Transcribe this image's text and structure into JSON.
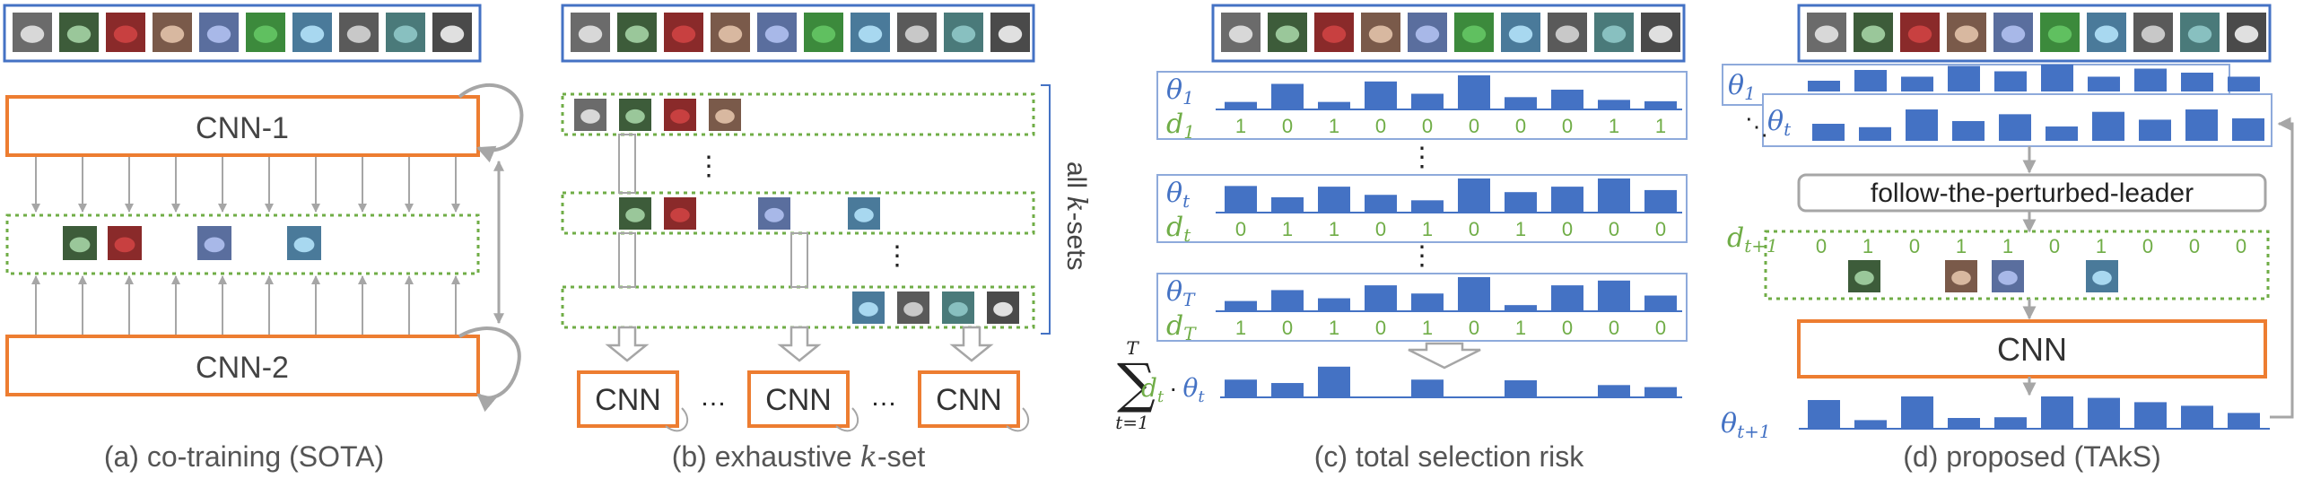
{
  "panel_a": {
    "caption": "(a) co-training (SOTA)",
    "cnn1_label": "CNN-1",
    "cnn2_label": "CNN-2"
  },
  "panel_b": {
    "caption_pre": "(b) exhaustive ",
    "caption_k": "k",
    "caption_post": "-set",
    "side_pre": "all ",
    "side_k": "k",
    "side_post": "-sets",
    "cnn_label": "CNN",
    "dots": "…",
    "vdots": "⋮"
  },
  "panel_c": {
    "caption": "(c) total selection risk",
    "rows": [
      {
        "theta_sub": "1",
        "d_sub": "1",
        "d_values": [
          "1",
          "0",
          "1",
          "0",
          "0",
          "0",
          "0",
          "0",
          "1",
          "1"
        ],
        "bars": [
          0.22,
          0.75,
          0.22,
          0.82,
          0.46,
          1.0,
          0.36,
          0.58,
          0.28,
          0.24
        ]
      },
      {
        "theta_sub": "t",
        "d_sub": "t",
        "d_values": [
          "0",
          "1",
          "1",
          "0",
          "1",
          "0",
          "1",
          "0",
          "0",
          "0"
        ],
        "bars": [
          0.78,
          0.45,
          0.76,
          0.52,
          0.36,
          1.0,
          0.6,
          0.76,
          1.0,
          0.66
        ]
      },
      {
        "theta_sub": "T",
        "d_sub": "T",
        "d_values": [
          "1",
          "0",
          "1",
          "0",
          "1",
          "0",
          "1",
          "0",
          "0",
          "0"
        ],
        "bars": [
          0.3,
          0.62,
          0.38,
          0.76,
          0.52,
          1.0,
          0.18,
          0.76,
          0.9,
          0.46
        ]
      }
    ],
    "sum_upper": "T",
    "sum_lower": "t=1",
    "sum_d": "d",
    "sum_d_sub": "t",
    "sum_theta": "θ",
    "sum_theta_sub": "t",
    "sum_dot": "·",
    "sum_bars": [
      0.52,
      0.42,
      0.9,
      0,
      0.52,
      0,
      0.5,
      0,
      0.36,
      0.3
    ]
  },
  "panel_d": {
    "caption": "(d) proposed (TAkS)",
    "theta1_sub": "1",
    "thetat_sub": "t",
    "theta_next_sub": "t+1",
    "ftpl_label": "follow-the-perturbed-leader",
    "cnn_label": "CNN",
    "d_next_sub": "t+1",
    "d_values": [
      "0",
      "1",
      "0",
      "1",
      "1",
      "0",
      "1",
      "0",
      "0",
      "0"
    ],
    "back_bars": [
      0.4,
      0.8,
      0.55,
      0.95,
      0.75,
      1.0,
      0.55,
      0.85,
      0.7,
      0.55
    ],
    "front_bars": [
      0.5,
      0.4,
      0.92,
      0.58,
      0.78,
      0.42,
      0.85,
      0.62,
      0.92,
      0.66
    ],
    "next_bars": [
      0.8,
      0.24,
      0.9,
      0.3,
      0.32,
      0.9,
      0.86,
      0.74,
      0.64,
      0.44
    ],
    "dots": "⋱"
  },
  "theta_symbol": "θ",
  "d_symbol": "d",
  "colors": {
    "blue": "#4472c4",
    "orange": "#ed7d31",
    "green": "#70ad47",
    "gray": "#a6a6a6",
    "light_blue": "#8eaadb"
  }
}
